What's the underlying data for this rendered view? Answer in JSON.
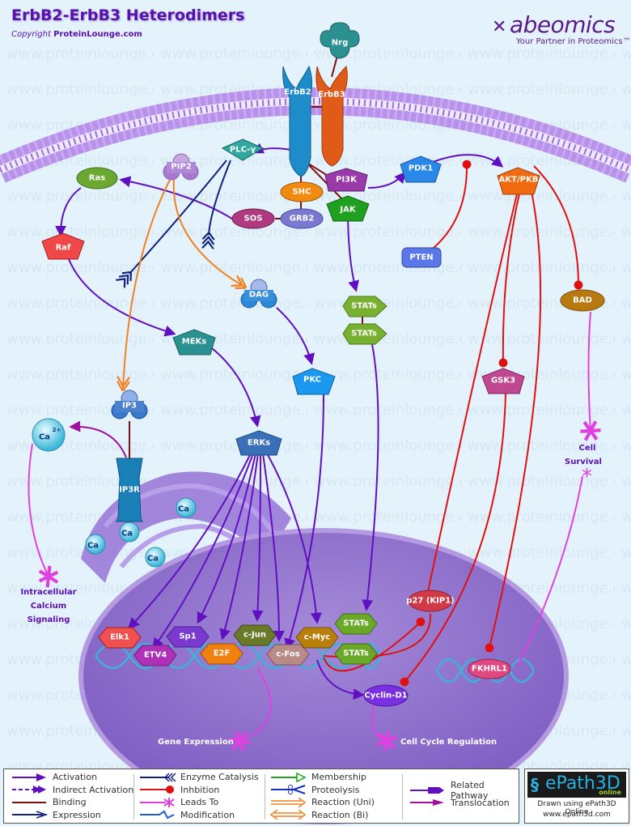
{
  "header": {
    "title": "ErbB2-ErbB3 Heterodimers",
    "copyright_prefix": "Copyright",
    "copyright_site": "ProteinLounge.com",
    "brand_name": "abeomics",
    "brand_tagline": "Your Partner in Proteomics™"
  },
  "watermark": "www.proteinlounge.com",
  "nodes": {
    "nrg": "Nrg",
    "erbb2": "ErbB2",
    "erbb3": "ErbB3",
    "plcg": "PLC-γ",
    "pip2": "PIP2",
    "ras": "Ras",
    "raf": "Raf",
    "shc": "SHC",
    "sos": "SOS",
    "grb2": "GRB2",
    "pi3k": "PI3K",
    "jak": "JAK",
    "pdk1": "PDK1",
    "akt": "AKT/PKB",
    "pten": "PTEN",
    "dag": "DAG",
    "meks": "MEKs",
    "pkc": "PKC",
    "stats1": "STATs",
    "stats2": "STATs",
    "bad": "BAD",
    "gsk3": "GSK3",
    "ip3": "IP3",
    "ip3r": "IP3R",
    "erks": "ERKs",
    "ca": "Ca",
    "ca_sup": "2+",
    "elk1": "Elk1",
    "etv4": "ETV4",
    "sp1": "Sp1",
    "e2f": "E2F",
    "cjun": "c-Jun",
    "cfos": "c-Fos",
    "cmyc": "c-Myc",
    "stats3": "STATs",
    "stats4": "STATs",
    "p27": "p27 (KIP1)",
    "fkhrl1": "FKHRL1",
    "cyclind1": "Cyclin-D1"
  },
  "outcomes": {
    "cell": "Cell",
    "survival": "Survival",
    "intracellular": "Intracellular",
    "calcium": "Calcium",
    "signaling": "Signaling",
    "gene_expression": "Gene Expression",
    "cell_cycle": "Cell Cycle Regulation"
  },
  "legend": {
    "col1": [
      "Activation",
      "Indirect Activation",
      "Binding",
      "Expression"
    ],
    "col2": [
      "Enzyme Catalysis",
      "Inhbition",
      "Leads To",
      "Modification"
    ],
    "col3": [
      "Membership",
      "Proteolysis",
      "Reaction (Uni)",
      "Reaction (Bi)"
    ],
    "col4": [
      "Related Pathway",
      "Translocation"
    ]
  },
  "epath": {
    "name": "ePath3D",
    "online": "online",
    "drawn": "Drawn using ePath3D Online",
    "url": "www.epath3d.com"
  },
  "colors": {
    "activation": "#6010c0",
    "inhibition": "#e01010",
    "leads_to": "#e040e0",
    "reaction": "#f08020",
    "expression": "#102080",
    "binding": "#801010"
  }
}
